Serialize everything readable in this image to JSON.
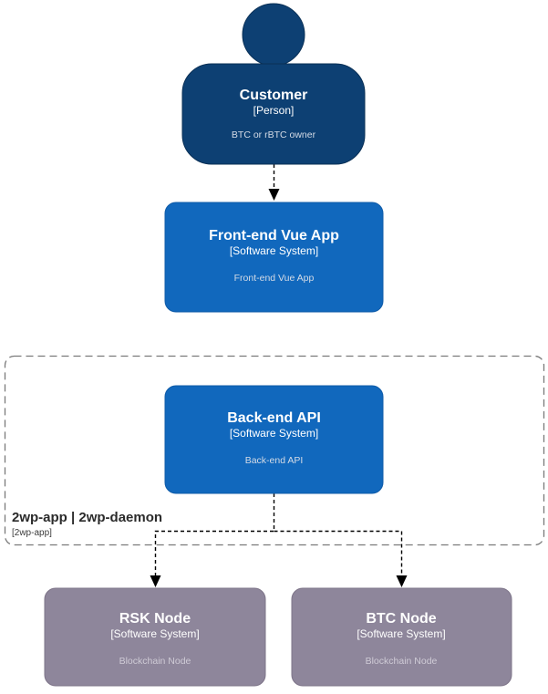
{
  "diagram": {
    "type": "c4-system-context",
    "background_color": "#ffffff",
    "palette": {
      "person_fill": "#0d4073",
      "system_fill": "#1168bd",
      "external_system_fill": "#8e869b",
      "boundary_stroke": "#7a7a7a",
      "edge_stroke": "#000000",
      "label_text": "#ffffff",
      "description_text": "#d4dbe6",
      "boundary_label_text": "#2b2b2b"
    },
    "nodes": [
      {
        "id": "customer",
        "shape": "person",
        "title": "Customer",
        "type_label": "[Person]",
        "description": "BTC or rBTC owner",
        "fill": "#0d4073"
      },
      {
        "id": "frontend",
        "shape": "box",
        "title": "Front-end Vue App",
        "type_label": "[Software System]",
        "description": "Front-end Vue App",
        "fill": "#1168bd"
      },
      {
        "id": "backend",
        "shape": "box",
        "title": "Back-end API",
        "type_label": "[Software System]",
        "description": "Back-end API",
        "fill": "#1168bd"
      },
      {
        "id": "rsk-node",
        "shape": "box",
        "title": "RSK Node",
        "type_label": "[Software System]",
        "description": "Blockchain Node",
        "fill": "#8e869b"
      },
      {
        "id": "btc-node",
        "shape": "box",
        "title": "BTC Node",
        "type_label": "[Software System]",
        "description": "Blockchain Node",
        "fill": "#8e869b"
      }
    ],
    "boundary": {
      "id": "2wp-boundary",
      "title": "2wp-app | 2wp-daemon",
      "type_label": "[2wp-app]",
      "style": "dashed"
    },
    "edges": [
      {
        "id": "customer-to-frontend",
        "from": "customer",
        "to": "frontend",
        "style": "dashed",
        "arrow": "filled-triangle"
      },
      {
        "id": "backend-to-rsk",
        "from": "backend",
        "to": "rsk-node",
        "style": "dashed",
        "arrow": "filled-triangle"
      },
      {
        "id": "backend-to-btc",
        "from": "backend",
        "to": "btc-node",
        "style": "dashed",
        "arrow": "filled-triangle"
      }
    ]
  }
}
